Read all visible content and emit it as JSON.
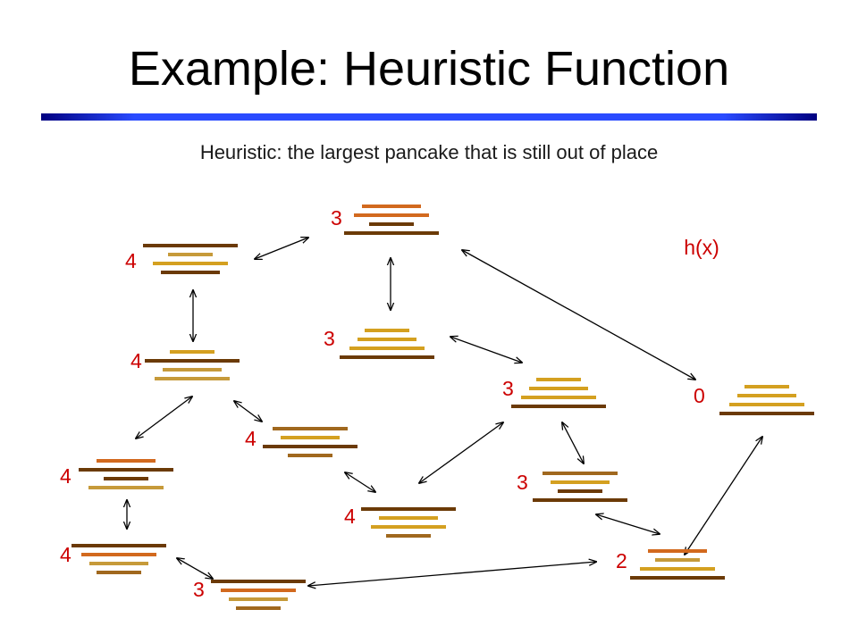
{
  "title": "Example: Heuristic Function",
  "subtitle": "Heuristic: the largest pancake that is still out of place",
  "legend_label": "h(x)",
  "colors": {
    "label": "#cc0000",
    "arrow": "#000000",
    "title_rule_dark": "#000080",
    "title_rule_light": "#2a4bff",
    "pancakes": [
      "#6b3a06",
      "#a0681e",
      "#d2691e",
      "#d4a020",
      "#c69a3a"
    ]
  },
  "nodes": [
    {
      "id": "top",
      "h": "3",
      "stack": [
        2,
        1,
        3,
        0
      ]
    },
    {
      "id": "upper-left",
      "h": "4",
      "stack": [
        0,
        3,
        1,
        2
      ]
    },
    {
      "id": "center",
      "h": "3",
      "stack": [
        3,
        2,
        1,
        0
      ]
    },
    {
      "id": "left-middle",
      "h": "4",
      "stack": [
        3,
        0,
        2,
        1
      ]
    },
    {
      "id": "middle-right",
      "h": "3",
      "stack": [
        3,
        2,
        1,
        0
      ]
    },
    {
      "id": "goal",
      "h": "0",
      "stack": [
        3,
        2,
        1,
        0
      ]
    },
    {
      "id": "middle",
      "h": "4",
      "stack": [
        1,
        2,
        0,
        3
      ]
    },
    {
      "id": "far-left",
      "h": "4",
      "stack": [
        2,
        0,
        3,
        1
      ]
    },
    {
      "id": "right-lower",
      "h": "3",
      "stack": [
        1,
        2,
        3,
        0
      ]
    },
    {
      "id": "lower-middle",
      "h": "4",
      "stack": [
        0,
        2,
        1,
        3
      ]
    },
    {
      "id": "bottom-left",
      "h": "4",
      "stack": [
        0,
        1,
        2,
        3
      ]
    },
    {
      "id": "bottom-center",
      "h": "3",
      "stack": [
        0,
        1,
        2,
        3
      ]
    },
    {
      "id": "bottom-right",
      "h": "2",
      "stack": [
        2,
        3,
        1,
        0
      ]
    }
  ],
  "edges": [
    [
      "top",
      "upper-left"
    ],
    [
      "top",
      "center"
    ],
    [
      "top",
      "goal"
    ],
    [
      "upper-left",
      "left-middle"
    ],
    [
      "center",
      "middle-right"
    ],
    [
      "left-middle",
      "far-left"
    ],
    [
      "left-middle",
      "middle"
    ],
    [
      "middle",
      "lower-middle"
    ],
    [
      "lower-middle",
      "middle-right"
    ],
    [
      "middle-right",
      "right-lower"
    ],
    [
      "right-lower",
      "bottom-right"
    ],
    [
      "far-left",
      "bottom-left"
    ],
    [
      "bottom-left",
      "bottom-center"
    ],
    [
      "bottom-center",
      "bottom-right"
    ],
    [
      "bottom-right",
      "goal"
    ]
  ]
}
